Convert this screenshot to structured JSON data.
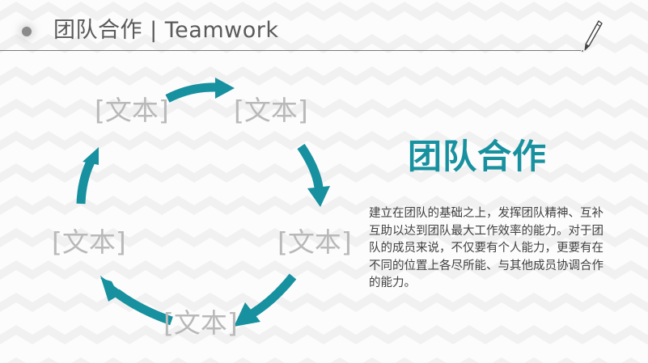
{
  "header": {
    "title": "团队合作 | Teamwork"
  },
  "cycle": {
    "nodes": [
      "[文本]",
      "[文本]",
      "[文本]",
      "[文本]",
      "[文本]"
    ],
    "arrow_color": "#17919f"
  },
  "content": {
    "heading": "团队合作",
    "body": "建立在团队的基础之上，发挥团队精神、互补互助以达到团队最大工作效率的能力。对于团队的成员来说，不仅要有个人能力，更要有在不同的位置上各尽所能、与其他成员协调合作的能力。"
  },
  "colors": {
    "accent": "#17919f",
    "placeholder_text": "#b9b9b9",
    "title_text": "#5a5a5a",
    "body_text": "#404040"
  },
  "icons": {
    "header_marker": "dot-icon",
    "header_decoration": "pen-icon"
  }
}
